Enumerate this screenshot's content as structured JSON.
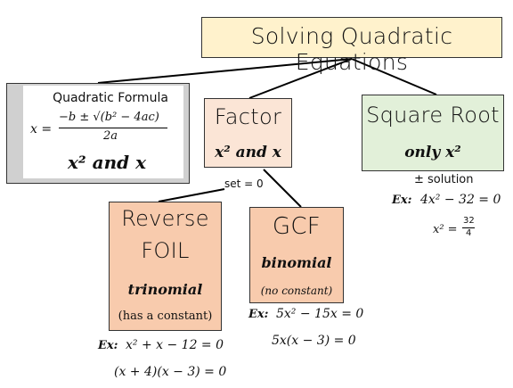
{
  "title": "Solving Quadratic Equations",
  "quadratic": {
    "label": "Quadratic Formula",
    "formula_lhs": "x =",
    "numerator": "−b ± √(b² − 4ac)",
    "denominator": "2a",
    "terms": "x² and x"
  },
  "factor": {
    "title": "Factor",
    "terms": "x² and x",
    "note": "set = 0"
  },
  "square_root": {
    "title": "Square Root",
    "terms": "only x²",
    "note": "± solution",
    "ex_label": "Ex:",
    "example": "4x² − 32 = 0",
    "step_lhs": "x² =",
    "step_num": "32",
    "step_den": "4"
  },
  "reverse_foil": {
    "title_line1": "Reverse",
    "title_line2": "FOIL",
    "kind": "trinomial",
    "note": "(has a constant)",
    "ex_label": "Ex:",
    "example": "x² + x − 12 = 0",
    "factored": "(x + 4)(x − 3) = 0"
  },
  "gcf": {
    "title": "GCF",
    "kind": "binomial",
    "note": "(no constant)",
    "ex_label": "Ex:",
    "example": "5x² − 15x = 0",
    "factored": "5x(x − 3) = 0"
  },
  "colors": {
    "title_bg": "#fff2cc",
    "quadratic_outer": "#d0d0d0",
    "factor_bg": "#fbe5d6",
    "square_root_bg": "#e2f0d9",
    "method_bg": "#f8cbad"
  }
}
